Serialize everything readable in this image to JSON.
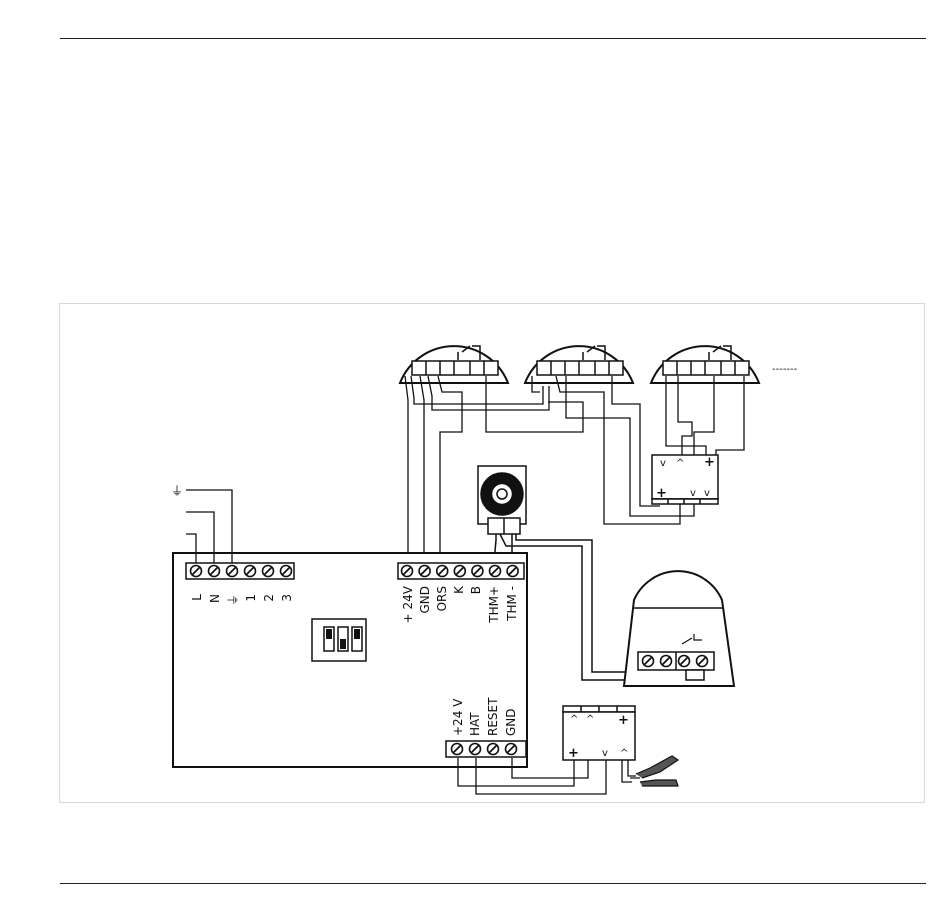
{
  "mains_terminals": [
    "L",
    "N",
    "⏚",
    "1",
    "2",
    "3"
  ],
  "bus_terminals": [
    "+ 24V",
    "GND",
    "ORS",
    "K",
    "B",
    "THM+",
    "THM -"
  ],
  "bottom_terminals": [
    "+24 V",
    "HAT",
    "RESET",
    "GND"
  ],
  "earth_label": "⏚",
  "continuation_label": "-------",
  "module_top_labels": [
    "v",
    "^",
    "+"
  ],
  "module_bottom_labels": [
    "+",
    "v",
    "v"
  ],
  "reset_module_top_labels": [
    "^",
    "^",
    "+"
  ],
  "reset_module_bottom_labels": [
    "+",
    "v",
    "^"
  ]
}
